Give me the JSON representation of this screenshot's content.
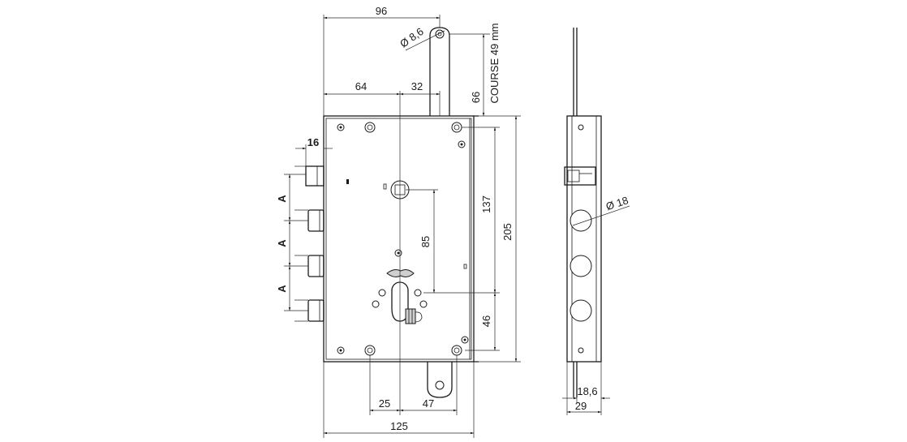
{
  "dimensions": {
    "width_top": "96",
    "pin_hole_diameter": "Ø 8,6",
    "course": "COURSE 49 mm",
    "offset_64": "64",
    "offset_32": "32",
    "height_66": "66",
    "bolt_depth": "16",
    "spacing_a1": "A",
    "spacing_a2": "A",
    "spacing_a3": "A",
    "height_137": "137",
    "height_205": "205",
    "height_85": "85",
    "height_46": "46",
    "bottom_25": "25",
    "bottom_47": "47",
    "bottom_125": "125",
    "bore_diameter": "Ø 18",
    "face_18_6": "18,6",
    "face_29": "29"
  },
  "colors": {
    "line": "#1a1a1a",
    "background": "#ffffff"
  }
}
